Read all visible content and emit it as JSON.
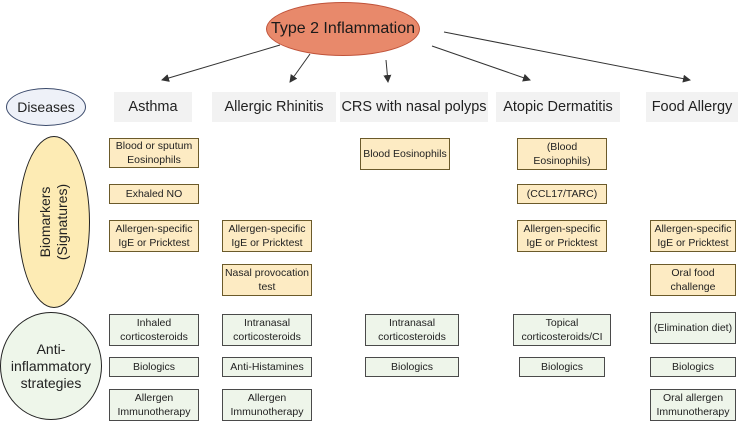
{
  "title": "Type 2 Inflammation",
  "rows": {
    "diseases": "Diseases",
    "biomarkers_line1": "Biomarkers",
    "biomarkers_line2": "(Signatures)",
    "anti_line1": "Anti-",
    "anti_line2": "inflammatory",
    "anti_line3": "strategies"
  },
  "diseases": [
    "Asthma",
    "Allergic Rhinitis",
    "CRS with nasal polyps",
    "Atopic Dermatitis",
    "Food Allergy"
  ],
  "biomarkers": {
    "asthma": [
      "Blood or sputum Eosinophils",
      "Exhaled NO",
      "Allergen-specific IgE or Pricktest"
    ],
    "allergic_rhinitis": [
      "Allergen-specific IgE or Pricktest",
      "Nasal provocation test"
    ],
    "crs": [
      "Blood Eosinophils"
    ],
    "atopic_dermatitis": [
      "(Blood Eosinophils)",
      "(CCL17/TARC)",
      "Allergen-specific IgE or Pricktest"
    ],
    "food_allergy": [
      "Allergen-specific IgE or Pricktest",
      "Oral food challenge"
    ]
  },
  "strategies": {
    "asthma": [
      "Inhaled corticosteroids",
      "Biologics",
      "Allergen Immunotherapy"
    ],
    "allergic_rhinitis": [
      "Intranasal corticosteroids",
      "Anti-Histamines",
      "Allergen Immunotherapy"
    ],
    "crs": [
      "Intranasal corticosteroids",
      "Biologics"
    ],
    "atopic_dermatitis": [
      "Topical corticosteroids/CI",
      "Biologics"
    ],
    "food_allergy": [
      "(Elimination diet)",
      "Biologics",
      "Oral allergen Immunotherapy"
    ]
  }
}
